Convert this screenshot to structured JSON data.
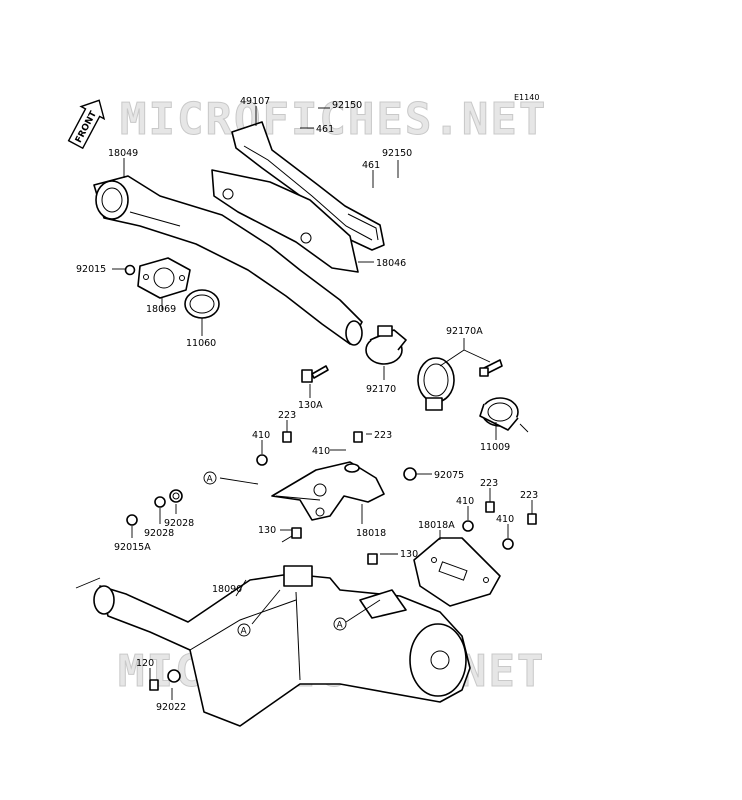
{
  "watermark": "MICROFICHES.NET",
  "diagram_code": "E1140",
  "front_label": "FRONT",
  "ref_marker": "A",
  "labels": {
    "p49107": "49107",
    "p92150a": "92150",
    "p461a": "461",
    "p461b": "461",
    "p92150b": "92150",
    "p18049": "18049",
    "p18046": "18046",
    "p92015": "92015",
    "p18069": "18069",
    "p11060": "11060",
    "p92170A": "92170A",
    "p92170": "92170",
    "p130A": "130A",
    "p11009": "11009",
    "p223a": "223",
    "p410a": "410",
    "p410b": "410",
    "p223b": "223",
    "p92075": "92075",
    "p18018": "18018",
    "p92028a": "92028",
    "p92028b": "92028",
    "p92015A": "92015A",
    "p130a": "130",
    "p130b": "130",
    "p18018A": "18018A",
    "p410c": "410",
    "p223c": "223",
    "p410d": "410",
    "p223d": "223",
    "p18090": "18090",
    "p120": "120",
    "p92022": "92022"
  }
}
